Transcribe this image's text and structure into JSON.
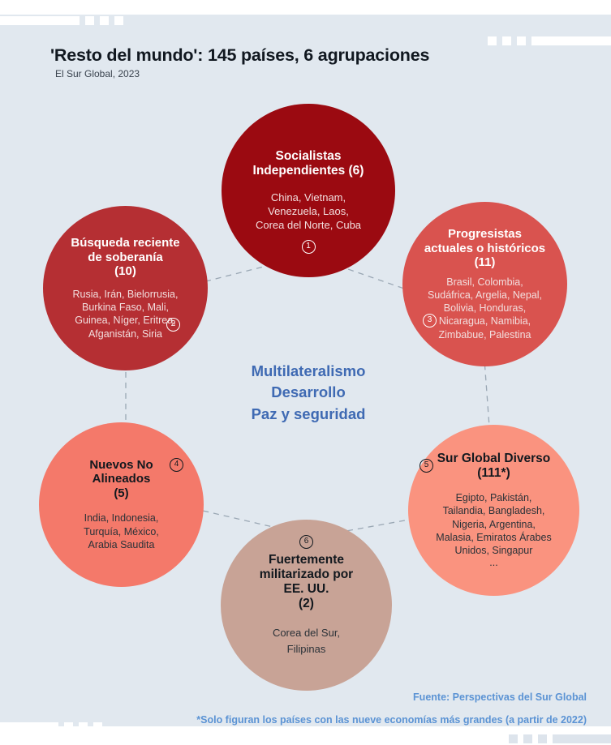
{
  "header": {
    "title": "'Resto del mundo': 145 países, 6 agrupaciones",
    "subtitle": "El Sur Global, 2023"
  },
  "center": {
    "line1": "Multilateralismo",
    "line2": "Desarrollo",
    "line3": "Paz y seguridad"
  },
  "groups": [
    {
      "id": 1,
      "badge": "①",
      "title": "Socialistas\nIndependientes  (6)",
      "title_lines": [
        "Socialistas",
        "Independientes  (6)"
      ],
      "count": 6,
      "countries": [
        "China",
        "Vietnam",
        "Venezuela",
        "Laos",
        "Corea del Norte",
        "Cuba"
      ],
      "countries_lines": [
        "China, Vietnam,",
        "Venezuela, Laos,",
        "Corea del Norte, Cuba"
      ],
      "color": "#9b0a11",
      "text_tone": "light"
    },
    {
      "id": 2,
      "badge": "②",
      "title_lines": [
        "Búsqueda reciente",
        "de soberanía",
        "(10)"
      ],
      "count": 10,
      "countries": [
        "Rusia",
        "Irán",
        "Bielorrusia",
        "Burkina Faso",
        "Mali",
        "Guinea",
        "Níger",
        "Eritrea",
        "Afganistán",
        "Siria"
      ],
      "countries_lines": [
        "Rusia, Irán, Bielorrusia,",
        "Burkina Faso, Mali,",
        "Guinea, Níger, Eritrea,",
        "Afganistán, Siria"
      ],
      "color": "#b52f33",
      "text_tone": "light"
    },
    {
      "id": 3,
      "badge": "③",
      "title_lines": [
        "Progresistas",
        "actuales o históricos",
        "(11)"
      ],
      "count": 11,
      "countries": [
        "Brasil",
        "Colombia",
        "Sudáfrica",
        "Argelia",
        "Nepal",
        "Bolivia",
        "Honduras",
        "Nicaragua",
        "Namibia",
        "Zimbabue",
        "Palestina"
      ],
      "countries_lines": [
        "Brasil, Colombia,",
        "Sudáfrica, Argelia, Nepal,",
        "Bolivia, Honduras,",
        "Nicaragua, Namibia,",
        "Zimbabue, Palestina"
      ],
      "color": "#d9534f",
      "text_tone": "light"
    },
    {
      "id": 4,
      "badge": "④",
      "title_lines": [
        "Nuevos No",
        "Alineados",
        "(5)"
      ],
      "count": 5,
      "countries": [
        "India",
        "Indonesia",
        "Turquía",
        "México",
        "Arabia Saudita"
      ],
      "countries_lines": [
        "India, Indonesia,",
        "Turquía, México,",
        "Arabia Saudita"
      ],
      "color": "#f4796a",
      "text_tone": "dark"
    },
    {
      "id": 5,
      "badge": "⑤",
      "title_lines": [
        "Sur Global Diverso",
        "(111*)"
      ],
      "count": 111,
      "countries": [
        "Egipto",
        "Pakistán",
        "Tailandia",
        "Bangladesh",
        "Nigeria",
        "Argentina",
        "Malasia",
        "Emiratos Árabes Unidos",
        "Singapur"
      ],
      "countries_lines": [
        "Egipto, Pakistán,",
        "Tailandia, Bangladesh,",
        "Nigeria, Argentina,",
        "Malasia, Emiratos Árabes",
        "Unidos, Singapur"
      ],
      "ellipsis": "...",
      "color": "#fa937f",
      "text_tone": "dark"
    },
    {
      "id": 6,
      "badge": "⑥",
      "title_lines": [
        "Fuertemente",
        "militarizado por",
        "EE. UU.",
        "(2)"
      ],
      "count": 2,
      "countries": [
        "Corea del Sur",
        "Filipinas"
      ],
      "countries_lines": [
        "Corea del Sur,",
        "Filipinas"
      ],
      "color": "#c8a396",
      "text_tone": "dark"
    }
  ],
  "footer": {
    "source": "Fuente: Perspectivas del Sur Global",
    "footnote": "*Solo figuran los países con las nueve economías más grandes (a partir de 2022)"
  },
  "colors": {
    "background": "#e1e8ef",
    "accent_blue": "#3f6ab3",
    "footer_blue": "#5b93d4",
    "connector": "#9aa7b4"
  }
}
